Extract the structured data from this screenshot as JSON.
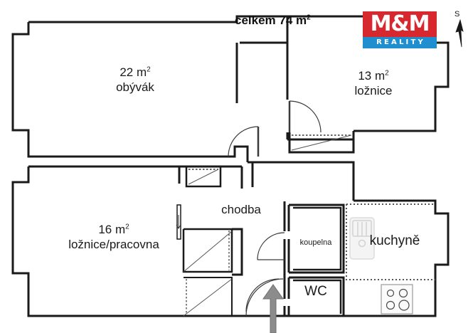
{
  "plan": {
    "total_label": "celkem 74 m",
    "total_superscript": "2",
    "rooms": [
      {
        "id": "obyvak",
        "area": "22 m",
        "sup": "2",
        "name": "obývák"
      },
      {
        "id": "loznice",
        "area": "13 m",
        "sup": "2",
        "name": "ložnice"
      },
      {
        "id": "pracovna",
        "area": "16 m",
        "sup": "2",
        "name": "ložnice/pracovna"
      }
    ],
    "unlabeled_rooms": [
      {
        "id": "chodba",
        "name": "chodba"
      },
      {
        "id": "koupelna",
        "name": "koupelna"
      },
      {
        "id": "wc",
        "name": "WC"
      },
      {
        "id": "kuchyne",
        "name": "kuchyně"
      }
    ]
  },
  "logo": {
    "mark": "M&M",
    "subtitle": "REALITY",
    "red": "#d7282f",
    "blue": "#1f8fd0"
  },
  "compass": {
    "label": "S",
    "icon": "north-arrow-icon"
  },
  "entrance": {
    "icon": "entrance-arrow-icon",
    "color": "#8c8c8c"
  },
  "fixtures": {
    "stove": "cooktop-icon",
    "sink": "sink-icon"
  },
  "colors": {
    "wall": "#1a1a1a",
    "thin_line": "#333333",
    "background": "#ffffff"
  }
}
